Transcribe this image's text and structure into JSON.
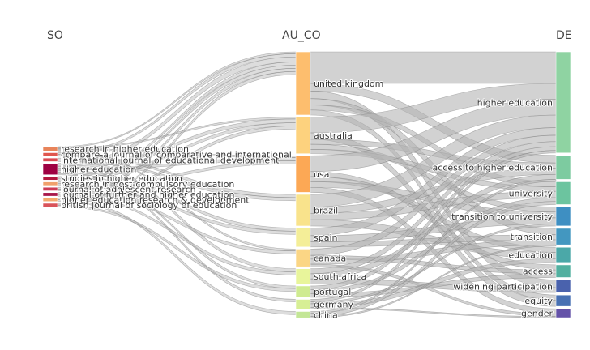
{
  "chart_data": {
    "type": "sankey",
    "columns": [
      "SO",
      "AU_CO",
      "DE"
    ],
    "nodes": {
      "SO": [
        {
          "id": "research in higher education",
          "color": "#e8845a",
          "value": 1.2
        },
        {
          "id": "compare-a journal of comparative and international",
          "color": "#e0574f",
          "value": 1
        },
        {
          "id": "international journal of educational development",
          "color": "#d94a51",
          "value": 1
        },
        {
          "id": "higher education",
          "color": "#9e0142",
          "value": 3.2
        },
        {
          "id": "studies in higher education",
          "color": "#b2183f",
          "value": 1
        },
        {
          "id": "research in post-compulsory education",
          "color": "#f0a06b",
          "value": 1
        },
        {
          "id": "journal of adolescent research",
          "color": "#cc3b55",
          "value": 1
        },
        {
          "id": "journal of further and higher education",
          "color": "#a8174a",
          "value": 1
        },
        {
          "id": "higher education research & development",
          "color": "#f4aa6e",
          "value": 1
        },
        {
          "id": "british journal of sociology of education",
          "color": "#d9545a",
          "value": 1
        }
      ],
      "AU_CO": [
        {
          "id": "united kingdom",
          "color": "#fdbe6e",
          "value": 10
        },
        {
          "id": "australia",
          "color": "#fdd27e",
          "value": 5.8
        },
        {
          "id": "usa",
          "color": "#fca855",
          "value": 5.8
        },
        {
          "id": "brazil",
          "color": "#f9e38c",
          "value": 5
        },
        {
          "id": "spain",
          "color": "#f4ee98",
          "value": 3
        },
        {
          "id": "canada",
          "color": "#fbd685",
          "value": 2.8
        },
        {
          "id": "south africa",
          "color": "#e8f59b",
          "value": 2.4
        },
        {
          "id": "portugal",
          "color": "#cfeb91",
          "value": 1.8
        },
        {
          "id": "germany",
          "color": "#d7ef95",
          "value": 1.6
        },
        {
          "id": "china",
          "color": "#c3e696",
          "value": 1
        }
      ],
      "DE": [
        {
          "id": "higher education",
          "color": "#8fd3a2",
          "value": 16
        },
        {
          "id": "access to higher education",
          "color": "#7dcba0",
          "value": 3.8
        },
        {
          "id": "university",
          "color": "#6cc49f",
          "value": 3.6
        },
        {
          "id": "transition to university",
          "color": "#3e8fc2",
          "value": 3
        },
        {
          "id": "transition",
          "color": "#4397c0",
          "value": 2.6
        },
        {
          "id": "education",
          "color": "#4ba8a8",
          "value": 2.4
        },
        {
          "id": "access",
          "color": "#52b0a0",
          "value": 2
        },
        {
          "id": "widening participation",
          "color": "#4a62ad",
          "value": 2
        },
        {
          "id": "equity",
          "color": "#4770b3",
          "value": 1.8
        },
        {
          "id": "gender",
          "color": "#6452a8",
          "value": 1.4
        }
      ]
    },
    "links_so_to_au": [
      [
        "research in higher education",
        "united kingdom",
        0.3
      ],
      [
        "research in higher education",
        "australia",
        0.3
      ],
      [
        "research in higher education",
        "usa",
        0.3
      ],
      [
        "research in higher education",
        "canada",
        0.3
      ],
      [
        "compare-a journal of comparative and international",
        "united kingdom",
        0.5
      ],
      [
        "compare-a journal of comparative and international",
        "brazil",
        0.5
      ],
      [
        "international journal of educational development",
        "south africa",
        0.5
      ],
      [
        "international journal of educational development",
        "brazil",
        0.5
      ],
      [
        "higher education",
        "united kingdom",
        0.8
      ],
      [
        "higher education",
        "australia",
        0.6
      ],
      [
        "higher education",
        "usa",
        0.5
      ],
      [
        "higher education",
        "spain",
        0.5
      ],
      [
        "higher education",
        "portugal",
        0.4
      ],
      [
        "higher education",
        "germany",
        0.4
      ],
      [
        "studies in higher education",
        "united kingdom",
        0.5
      ],
      [
        "studies in higher education",
        "australia",
        0.5
      ],
      [
        "research in post-compulsory education",
        "united kingdom",
        0.5
      ],
      [
        "research in post-compulsory education",
        "spain",
        0.5
      ],
      [
        "journal of adolescent research",
        "usa",
        0.5
      ],
      [
        "journal of adolescent research",
        "canada",
        0.5
      ],
      [
        "journal of further and higher education",
        "united kingdom",
        0.5
      ],
      [
        "journal of further and higher education",
        "south africa",
        0.5
      ],
      [
        "higher education research & development",
        "australia",
        0.5
      ],
      [
        "higher education research & development",
        "china",
        0.5
      ],
      [
        "british journal of sociology of education",
        "united kingdom",
        0.5
      ],
      [
        "british journal of sociology of education",
        "portugal",
        0.5
      ]
    ],
    "links_au_to_de": [
      [
        "united kingdom",
        "higher education",
        5
      ],
      [
        "united kingdom",
        "access to higher education",
        1.2
      ],
      [
        "united kingdom",
        "widening participation",
        1.2
      ],
      [
        "united kingdom",
        "transition",
        1
      ],
      [
        "united kingdom",
        "university",
        0.8
      ],
      [
        "united kingdom",
        "equity",
        0.8
      ],
      [
        "australia",
        "higher education",
        2.5
      ],
      [
        "australia",
        "equity",
        1
      ],
      [
        "australia",
        "access to higher education",
        0.8
      ],
      [
        "australia",
        "transition to university",
        0.8
      ],
      [
        "australia",
        "university",
        0.7
      ],
      [
        "usa",
        "higher education",
        2.5
      ],
      [
        "usa",
        "access",
        0.8
      ],
      [
        "usa",
        "education",
        0.8
      ],
      [
        "usa",
        "transition to university",
        0.9
      ],
      [
        "usa",
        "gender",
        0.8
      ],
      [
        "brazil",
        "higher education",
        2
      ],
      [
        "brazil",
        "access to higher education",
        1
      ],
      [
        "brazil",
        "university",
        1
      ],
      [
        "brazil",
        "education",
        1
      ],
      [
        "spain",
        "higher education",
        1.2
      ],
      [
        "spain",
        "transition to university",
        1
      ],
      [
        "spain",
        "transition",
        0.8
      ],
      [
        "canada",
        "higher education",
        1
      ],
      [
        "canada",
        "access",
        0.6
      ],
      [
        "canada",
        "transition",
        0.8
      ],
      [
        "canada",
        "gender",
        0.4
      ],
      [
        "south africa",
        "higher education",
        0.8
      ],
      [
        "south africa",
        "access to higher education",
        0.8
      ],
      [
        "south africa",
        "widening participation",
        0.8
      ],
      [
        "portugal",
        "higher education",
        0.6
      ],
      [
        "portugal",
        "university",
        0.6
      ],
      [
        "portugal",
        "access",
        0.6
      ],
      [
        "germany",
        "higher education",
        0.4
      ],
      [
        "germany",
        "transition to university",
        0.3
      ],
      [
        "germany",
        "education",
        0.6
      ],
      [
        "germany",
        "gender",
        0.2
      ],
      [
        "china",
        "access to higher education",
        0.3
      ],
      [
        "china",
        "university",
        0.5
      ],
      [
        "china",
        "transition",
        0.2
      ]
    ],
    "link_color": "#b4b4b4"
  }
}
